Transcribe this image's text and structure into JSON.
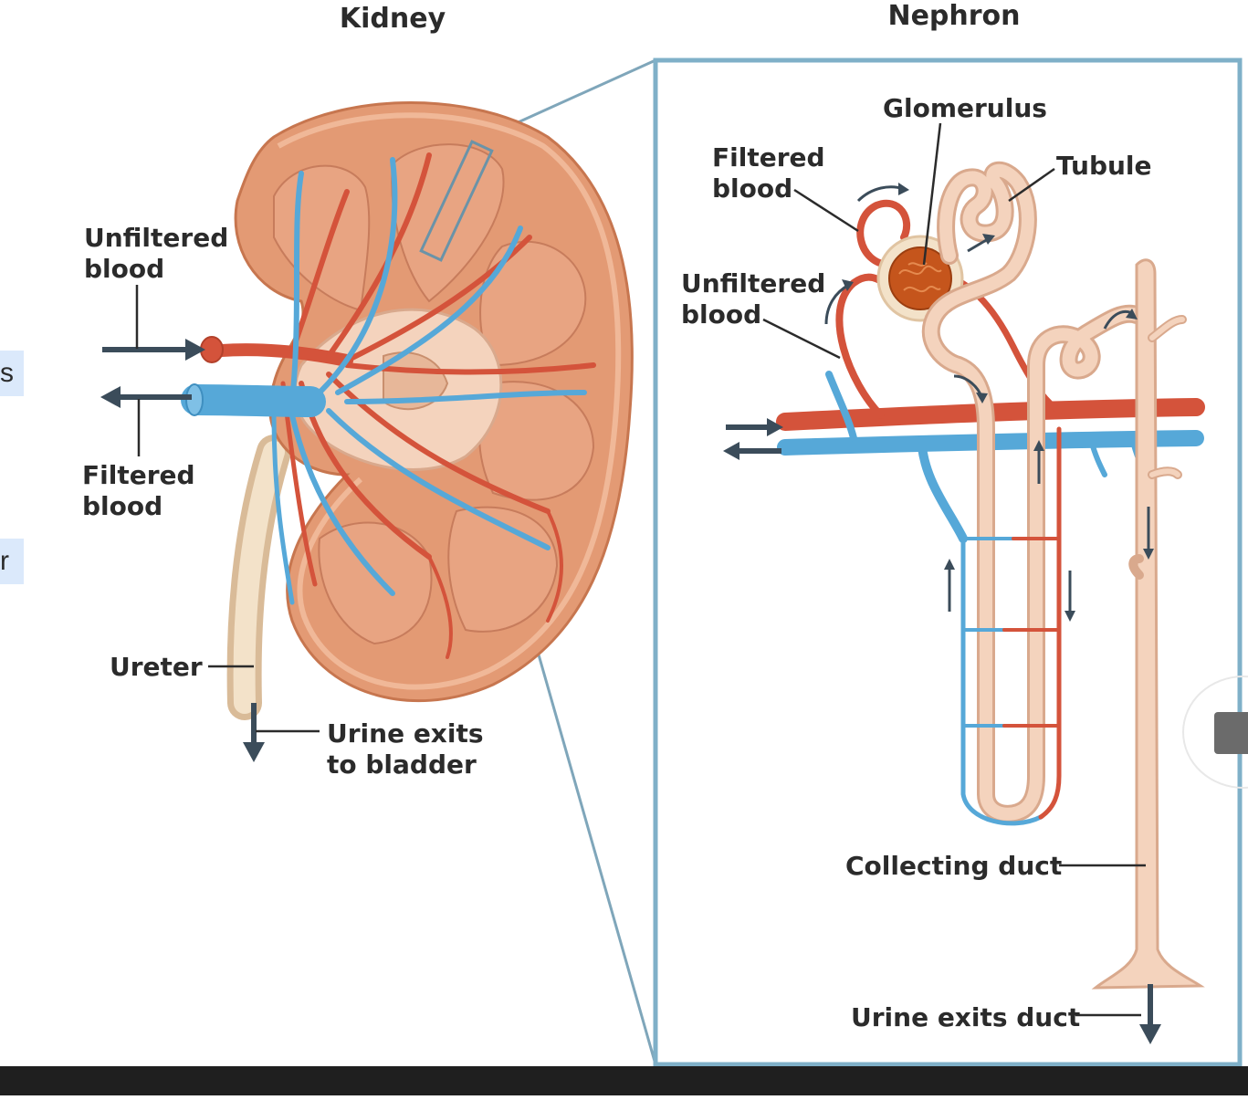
{
  "titles": {
    "kidney": "Kidney",
    "nephron": "Nephron"
  },
  "kidney_labels": {
    "unfiltered_blood_1": "Unfiltered",
    "unfiltered_blood_2": "blood",
    "filtered_blood_1": "Filtered",
    "filtered_blood_2": "blood",
    "ureter": "Ureter",
    "urine_exits_1": "Urine exits",
    "urine_exits_2": "to bladder"
  },
  "nephron_labels": {
    "glomerulus": "Glomerulus",
    "tubule": "Tubule",
    "filtered_blood_1": "Filtered",
    "filtered_blood_2": "blood",
    "unfiltered_blood_1": "Unfiltered",
    "unfiltered_blood_2": "blood",
    "collecting_duct": "Collecting duct",
    "urine_exits_duct": "Urine exits duct"
  },
  "edge_tabs": [
    "s",
    "r"
  ],
  "colors": {
    "artery": "#d4533b",
    "vein": "#56a8d8",
    "kidney_tissue": "#e9a07c",
    "tubule": "#f4d3bd",
    "frame": "#7fb0c8",
    "arrow": "#3b4c5a"
  }
}
